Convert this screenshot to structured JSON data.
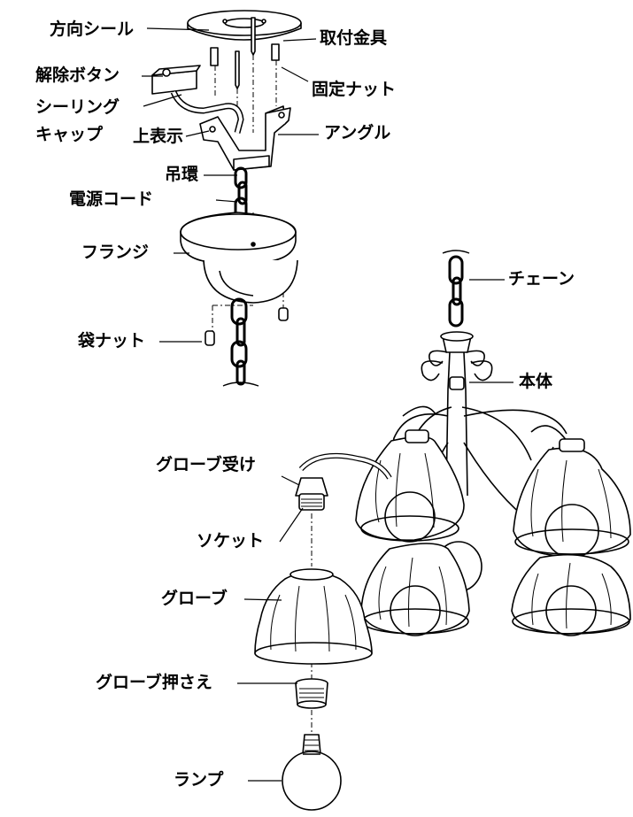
{
  "labels": {
    "houkou_seal": "方向シール",
    "toritsuke_kanagu": "取付金具",
    "kaijo_button": "解除ボタン",
    "kotei_nut": "固定ナット",
    "ceiling_cap_line1": "シーリング",
    "ceiling_cap_line2": "キャップ",
    "angle": "アングル",
    "ue_hyouji": "上表示",
    "tsurikan": "吊環",
    "dengen_cord": "電源コード",
    "flange": "フランジ",
    "chain": "チェーン",
    "fukuro_nut": "袋ナット",
    "hontai": "本体",
    "globe_uke": "グローブ受け",
    "socket": "ソケット",
    "globe": "グローブ",
    "globe_osae": "グローブ押さえ",
    "lamp": "ランプ"
  },
  "colors": {
    "line": "#000000",
    "background": "#ffffff"
  }
}
